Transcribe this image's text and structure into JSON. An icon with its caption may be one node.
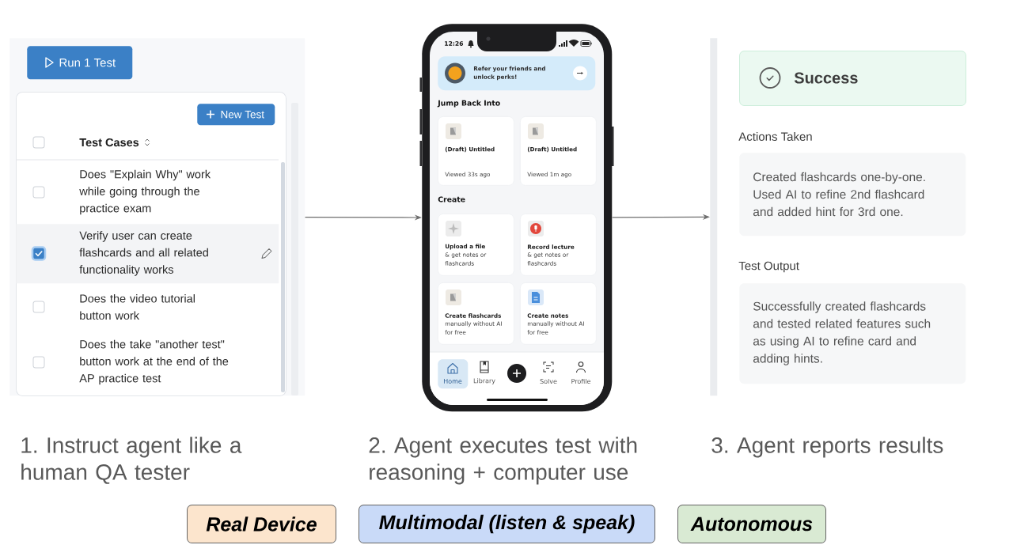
{
  "diagram": {
    "nodes": [
      {
        "text": [],
        "shape": "box"
      },
      {
        "text": [
          "Run 1 Test"
        ],
        "in": 0
      },
      {
        "text": [
          "Test Cases"
        ],
        "in": 0
      },
      {
        "text": [
          "New Test"
        ],
        "in": 2
      },
      {
        "text": [
          "Does \"Explain Why\" work while going through the practice exam"
        ],
        "in": 2
      },
      {
        "text": [
          "Verify user can create flashcards and all related functionality works"
        ],
        "in": 2
      },
      {
        "text": [
          "Does the video tutorial button work"
        ],
        "in": 2
      },
      {
        "text": [
          "Does the take \"another test\" button work at the end of the AP practice test"
        ],
        "in": 2
      },
      {
        "text": [],
        "shape": "phone"
      },
      {
        "text": [
          "Refer your friends and unlock perks!"
        ],
        "in": 8
      },
      {
        "text": [
          "(Draft) Untitled",
          "Viewed 33s ago"
        ],
        "in": 8
      },
      {
        "text": [
          "(Draft) Untitled",
          "Viewed 1m ago"
        ],
        "in": 8
      },
      {
        "text": [
          "Upload a file",
          "& get notes or flashcards"
        ],
        "in": 8
      },
      {
        "text": [
          "Record lecture",
          "& get notes or flashcards"
        ],
        "in": 8
      },
      {
        "text": [
          "Create flashcards",
          "manually without AI for free"
        ],
        "in": 8
      },
      {
        "text": [
          "Create notes",
          "manually without AI for free"
        ],
        "in": 8
      },
      {
        "text": [
          "Home"
        ],
        "in": 8
      },
      {
        "text": [],
        "shape": "bar"
      },
      {
        "text": [
          "Success"
        ]
      },
      {
        "text": [
          "Actions Taken",
          "Created flashcards one-by-one. Used AI to refine 2nd flashcard and added hint for 3rd one."
        ]
      },
      {
        "text": [
          "Test Output",
          "Successfully created flashcards and tested related features such as using AI to refine card and adding hints."
        ]
      },
      {
        "text": [
          "Real Device"
        ]
      },
      {
        "text": [
          "Multimodal (listen & speak)"
        ]
      },
      {
        "text": [
          "Autonomous"
        ]
      }
    ],
    "edges": [
      {
        "from": 0,
        "to": 8,
        "arrow": "to"
      },
      {
        "from": 8,
        "to": 17,
        "arrow": "to"
      }
    ],
    "labels": [
      "12:26",
      "Jump Back Into",
      "Create",
      "Library",
      "Solve",
      "Profile",
      "1. Instruct agent like a human QA tester",
      "2. Agent executes test with reasoning + computer use",
      "3. Agent reports results"
    ]
  }
}
